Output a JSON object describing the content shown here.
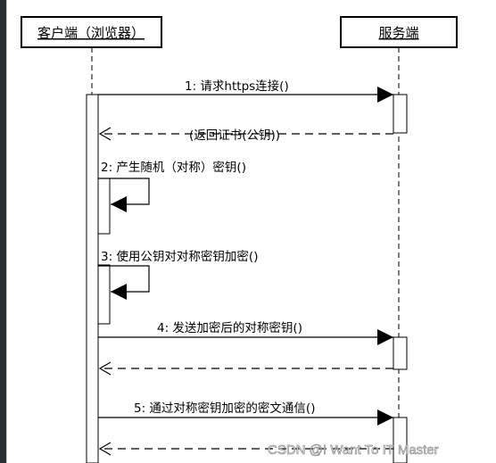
{
  "diagram": {
    "participants": {
      "client": "客户端（浏览器）",
      "server": "服务端"
    },
    "messages": [
      {
        "label": "1: 请求https连接()",
        "kind": "request"
      },
      {
        "label": "(返回证书(公钥))",
        "kind": "return"
      },
      {
        "label": "2: 产生随机（对称）密钥()",
        "kind": "self"
      },
      {
        "label": "3: 使用公钥对对称密钥加密()",
        "kind": "self"
      },
      {
        "label": "4: 发送加密后的对称密钥()",
        "kind": "request"
      },
      {
        "label": "5: 通过对称密钥加密的密文通信()",
        "kind": "request"
      }
    ]
  },
  "watermark": "CSDN @I Want To IT Master"
}
